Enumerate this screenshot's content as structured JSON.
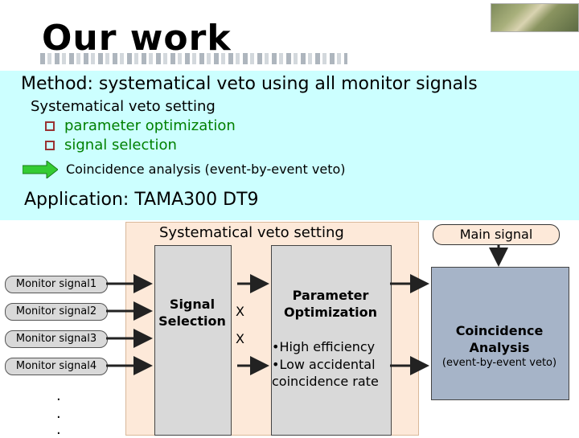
{
  "slide": {
    "title": "Our work",
    "method": "Method: systematical veto using all monitor signals",
    "veto_heading": "Systematical veto setting",
    "bullets": [
      "parameter optimization",
      "signal selection"
    ],
    "coincidence": "Coincidence analysis (event-by-event veto)",
    "application": "Application: TAMA300 DT9"
  },
  "diagram": {
    "veto_setting_label": "Systematical veto setting",
    "main_signal": "Main signal",
    "monitors": [
      "Monitor signal1",
      "Monitor signal2",
      "Monitor signal3",
      "Monitor signal4"
    ],
    "dots": [
      ".",
      ".",
      "."
    ],
    "signal_selection_line1": "Signal",
    "signal_selection_line2": "Selection",
    "x_marks": [
      "X",
      "X"
    ],
    "param_line1": "Parameter",
    "param_line2": "Optimization",
    "param_bullets": [
      "•High efficiency",
      "•Low accidental",
      "coincidence rate"
    ],
    "coin_line1": "Coincidence",
    "coin_line2": "Analysis",
    "coin_sub": "(event-by-event veto)"
  },
  "colors": {
    "cyan_panel": "#ccffff",
    "peach": "#fde9d9",
    "green_text": "#008000",
    "green_arrow": "#33cc33",
    "box_gray": "#d9d9d9",
    "coin_blue": "#a6b4c8"
  },
  "icons": {
    "photo": "site-photo-icon",
    "bullet": "square-bullet-icon",
    "arrow": "green-arrow-icon"
  }
}
